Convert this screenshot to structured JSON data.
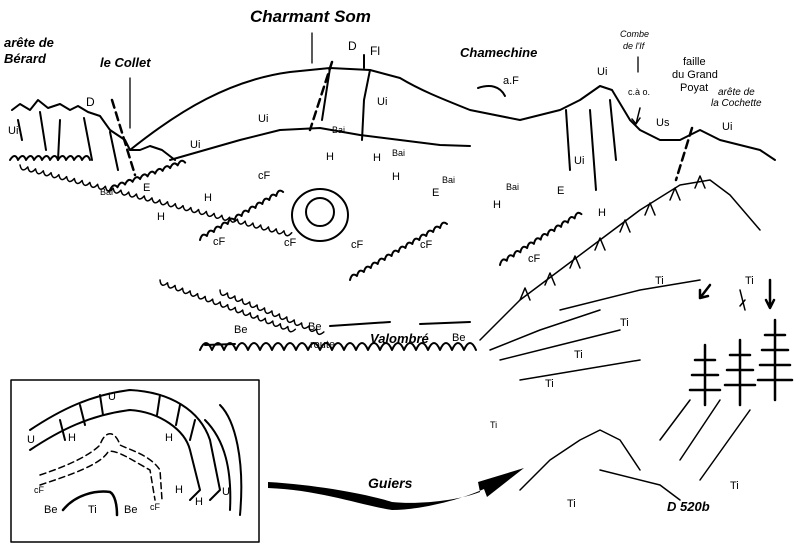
{
  "place_names": {
    "arete_berard": [
      "arête de",
      "Bérard"
    ],
    "le_collet": "le Collet",
    "charmant_som": "Charmant Som",
    "chamechine": "Chamechine",
    "combe_if": [
      "Combe",
      "de l'If"
    ],
    "faille_grand_poyat": [
      "faille",
      "du Grand",
      "Poyat"
    ],
    "arete_cochette": [
      "arête de",
      "la Cochette"
    ],
    "valombre": "Valombré",
    "route": "route",
    "guiers": "Guiers",
    "figure_ref": "D 520b"
  },
  "structural_marks": {
    "d_left": "D",
    "d_top": "D",
    "fl": "Fl",
    "af": "a.F",
    "cao": "c.à o."
  },
  "strata_labels": {
    "Ui": "Ui",
    "Us": "Us",
    "Bai": "Bai",
    "E": "E",
    "H": "H",
    "cF": "cF",
    "Be": "Be",
    "Ti": "Ti",
    "U": "U"
  },
  "inset": {
    "title": "schematic cross-section",
    "labels": [
      "U",
      "U",
      "U",
      "H",
      "H",
      "H",
      "H",
      "cF",
      "cF",
      "Be",
      "Ti",
      "Be"
    ]
  }
}
